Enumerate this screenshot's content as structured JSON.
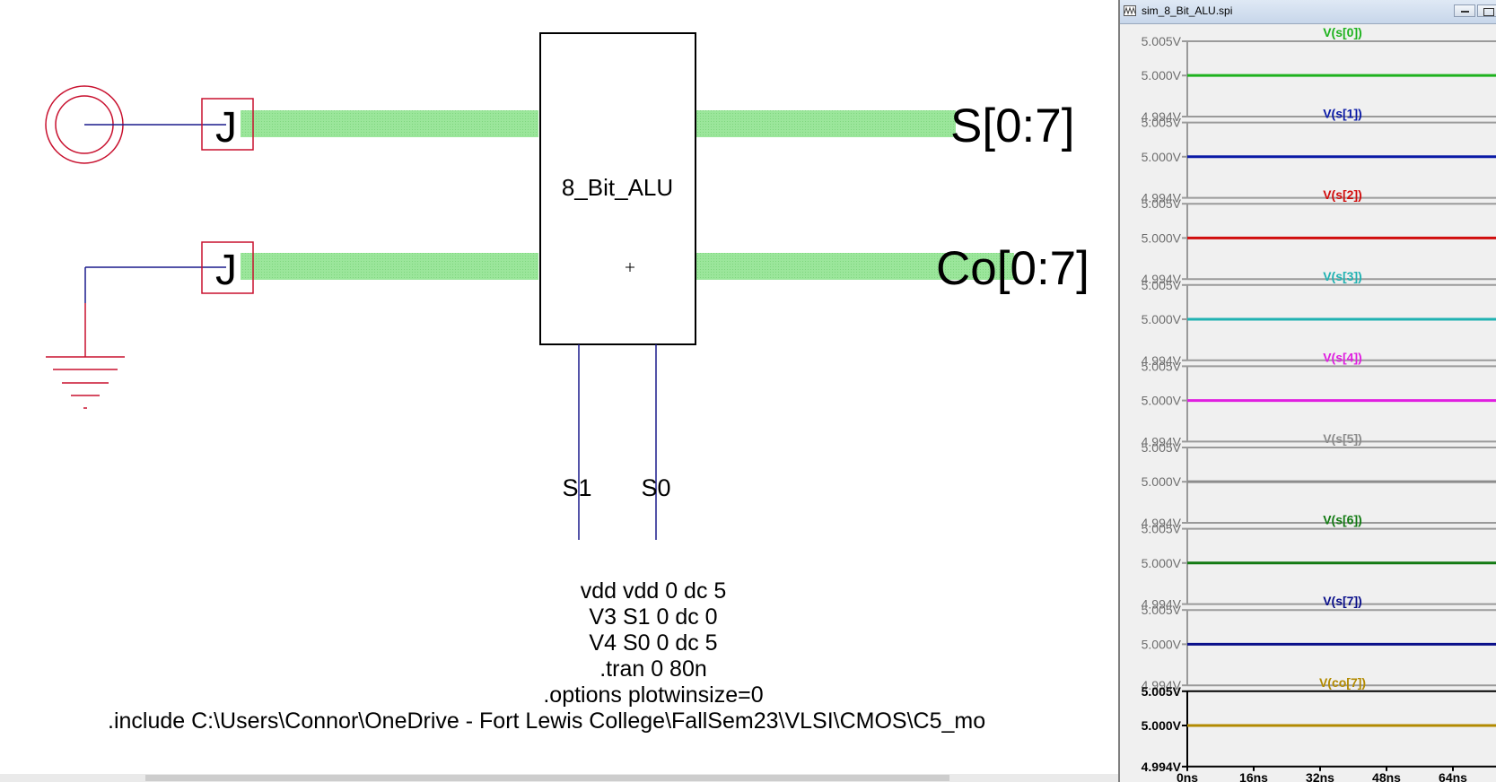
{
  "schematic": {
    "block_label": "8_Bit_ALU",
    "port_labels": {
      "s_bus": "S[0:7]",
      "co_bus": "Co[0:7]",
      "s1": "S1",
      "s0": "S0"
    },
    "junction_letter": "J",
    "netlist": [
      "vdd vdd 0 dc 5",
      "V3 S1 0 dc 0",
      "V4 S0 0 dc 5",
      ".tran 0 80n",
      ".options plotwinsize=0",
      ".include C:\\Users\\Connor\\OneDrive - Fort Lewis College\\FallSem23\\VLSI\\CMOS\\C5_mo"
    ],
    "colors": {
      "bus": "#8ee08e",
      "wire": "#1a1a8c",
      "component": "#c8102e"
    }
  },
  "waveform": {
    "window_title": "sim_8_Bit_ALU.spi",
    "y_ticks": [
      "5.005V",
      "5.000V",
      "4.994V"
    ],
    "x_ticks": [
      "0ns",
      "16ns",
      "32ns",
      "48ns",
      "64ns"
    ],
    "traces": [
      {
        "label": "V(s[0])",
        "color": "#1db21d",
        "value_v": 5.0
      },
      {
        "label": "V(s[1])",
        "color": "#0a1aa6",
        "value_v": 5.0
      },
      {
        "label": "V(s[2])",
        "color": "#d10d0d",
        "value_v": 5.0
      },
      {
        "label": "V(s[3])",
        "color": "#20b2b2",
        "value_v": 5.0
      },
      {
        "label": "V(s[4])",
        "color": "#e01ee0",
        "value_v": 5.0
      },
      {
        "label": "V(s[5])",
        "color": "#8c8c8c",
        "value_v": 5.0
      },
      {
        "label": "V(s[6])",
        "color": "#127a12",
        "value_v": 5.0
      },
      {
        "label": "V(s[7])",
        "color": "#0a0f8a",
        "value_v": 5.0
      },
      {
        "label": "V(co[7])",
        "color": "#b28a00",
        "value_v": 5.0
      }
    ]
  }
}
